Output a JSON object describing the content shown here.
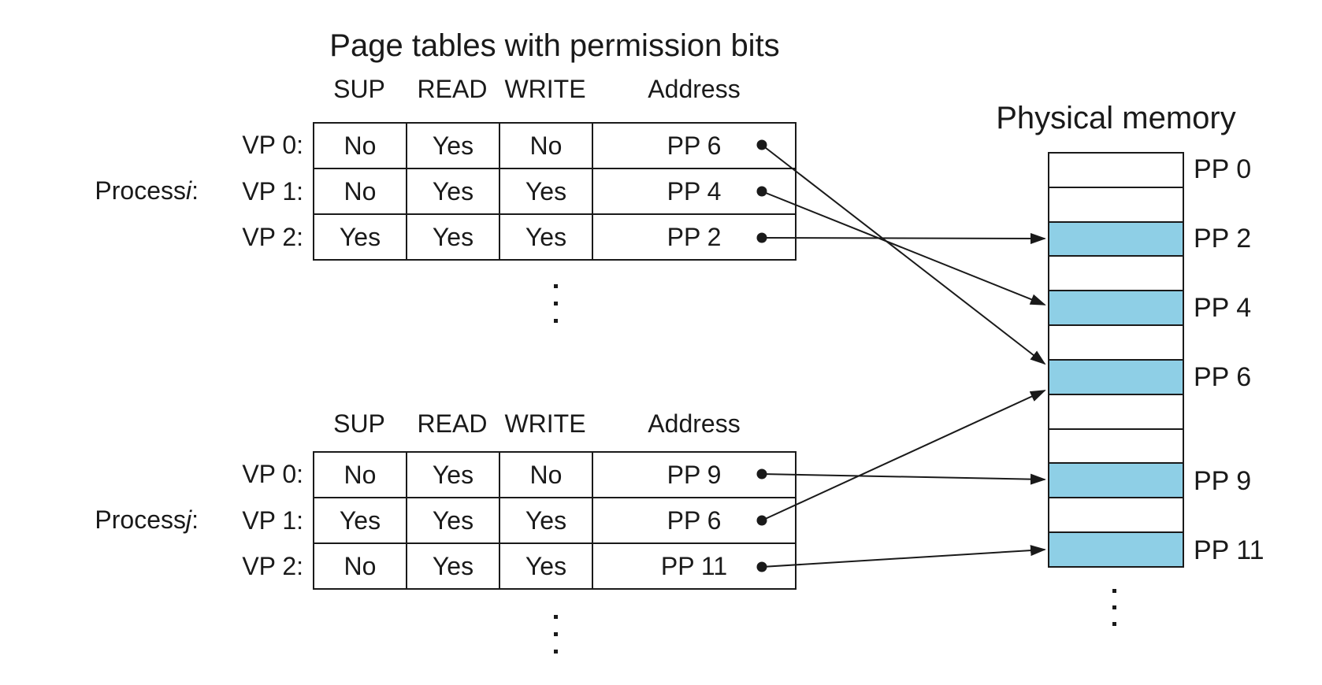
{
  "title": "Page tables with permission bits",
  "page_tables": {
    "columns": [
      "SUP",
      "READ",
      "WRITE",
      "Address"
    ],
    "process_i": {
      "label_prefix": "Process ",
      "label_id": "i",
      "label_suffix": ":",
      "rows": [
        {
          "vp": "VP 0:",
          "sup": "No",
          "read": "Yes",
          "write": "No",
          "address": "PP 6"
        },
        {
          "vp": "VP 1:",
          "sup": "No",
          "read": "Yes",
          "write": "Yes",
          "address": "PP 4"
        },
        {
          "vp": "VP 2:",
          "sup": "Yes",
          "read": "Yes",
          "write": "Yes",
          "address": "PP 2"
        }
      ]
    },
    "process_j": {
      "label_prefix": "Process ",
      "label_id": "j",
      "label_suffix": ":",
      "rows": [
        {
          "vp": "VP 0:",
          "sup": "No",
          "read": "Yes",
          "write": "No",
          "address": "PP 9"
        },
        {
          "vp": "VP 1:",
          "sup": "Yes",
          "read": "Yes",
          "write": "Yes",
          "address": "PP 6"
        },
        {
          "vp": "VP 2:",
          "sup": "No",
          "read": "Yes",
          "write": "Yes",
          "address": "PP 11"
        }
      ]
    }
  },
  "physical_memory": {
    "title": "Physical memory",
    "slots": [
      {
        "label": "PP 0",
        "highlighted": false
      },
      {
        "label": "",
        "highlighted": false
      },
      {
        "label": "PP 2",
        "highlighted": true
      },
      {
        "label": "",
        "highlighted": false
      },
      {
        "label": "PP 4",
        "highlighted": true
      },
      {
        "label": "",
        "highlighted": false
      },
      {
        "label": "PP 6",
        "highlighted": true
      },
      {
        "label": "",
        "highlighted": false
      },
      {
        "label": "",
        "highlighted": false
      },
      {
        "label": "PP 9",
        "highlighted": true
      },
      {
        "label": "",
        "highlighted": false
      },
      {
        "label": "PP 11",
        "highlighted": true
      }
    ]
  },
  "colors": {
    "highlight_blue": "#8ecfe6",
    "line_black": "#1a1a1a"
  }
}
